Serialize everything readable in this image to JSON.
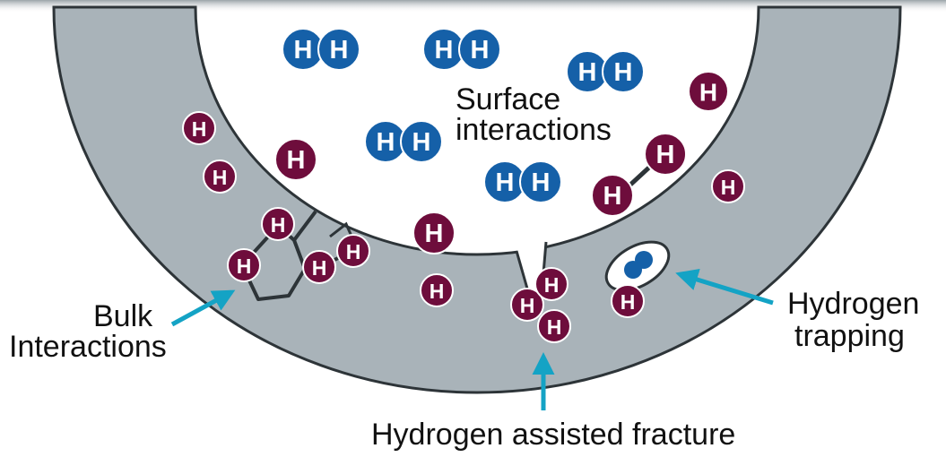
{
  "colors": {
    "pipe_wall": "#a9b3b9",
    "pipe_outline": "#2d3438",
    "h2_molecule": "#1560a8",
    "h_atom": "#6e0d3c",
    "arrow": "#14a3c5",
    "bond": "#2d3438"
  },
  "atom_symbol": "H",
  "labels": {
    "surface_line1": "Surface",
    "surface_line2": "interactions",
    "bulk_line1": "Bulk",
    "bulk_line2": "Interactions",
    "trapping_line1": "Hydrogen",
    "trapping_line2": "trapping",
    "fracture": "Hydrogen assisted fracture"
  }
}
